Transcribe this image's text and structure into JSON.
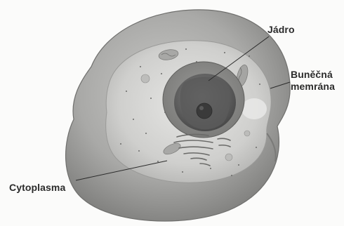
{
  "labels": {
    "nucleus": "Jádro",
    "membrane_line1": "Buněčná",
    "membrane_line2": "memrána",
    "cytoplasm": "Cytoplasma"
  },
  "colors": {
    "cell_outer": "#8f8f8f",
    "cell_inner": "#d5d5d3",
    "nucleus": "#6e6e6e",
    "nucleolus": "#3c3c3c",
    "label_text": "#2b2b2b"
  }
}
